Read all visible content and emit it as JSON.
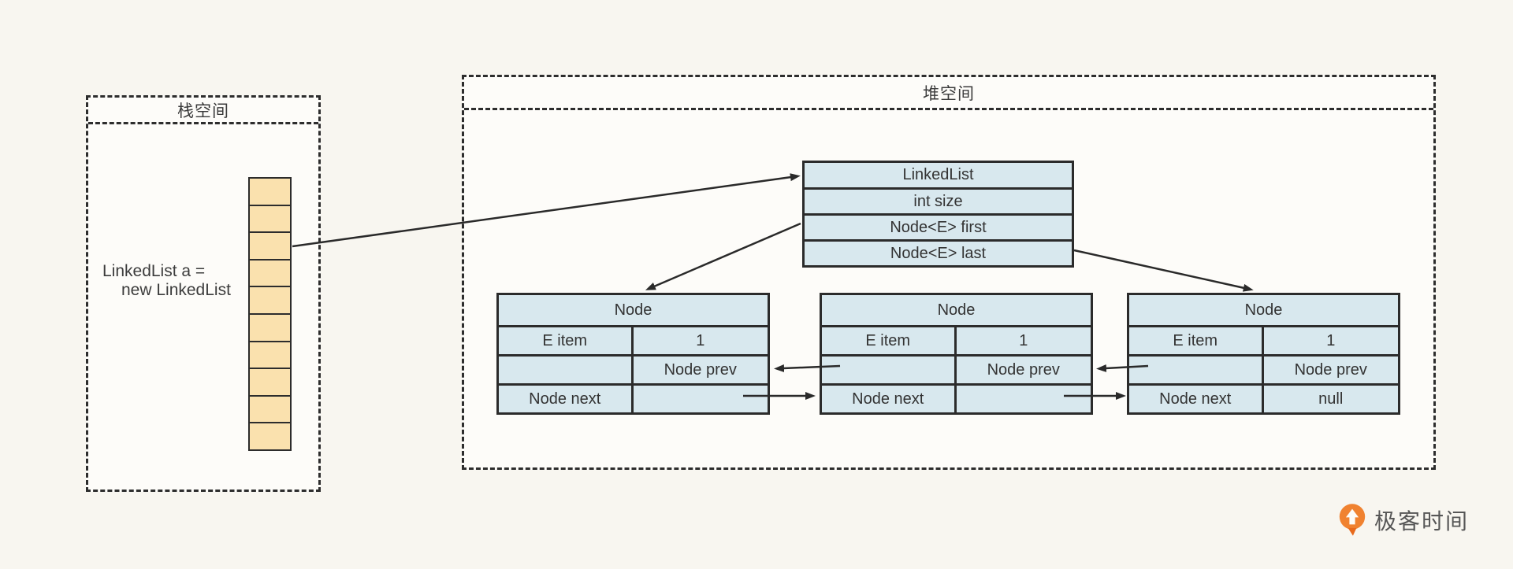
{
  "stack": {
    "title": "栈空间",
    "variable_line1": "LinkedList a =",
    "variable_line2": "new LinkedList",
    "cell_count": 10
  },
  "heap": {
    "title": "堆空间",
    "linked_list": {
      "title": "LinkedList",
      "fields": [
        "int size",
        "Node<E> first",
        "Node<E> last"
      ]
    },
    "nodes": [
      {
        "title": "Node",
        "item_label": "E item",
        "item_value": "1",
        "prev_slot": "",
        "prev_label": "Node prev",
        "next_label": "Node next",
        "next_value": ""
      },
      {
        "title": "Node",
        "item_label": "E item",
        "item_value": "1",
        "prev_slot": "",
        "prev_label": "Node prev",
        "next_label": "Node next",
        "next_value": ""
      },
      {
        "title": "Node",
        "item_label": "E item",
        "item_value": "1",
        "prev_slot": "",
        "prev_label": "Node prev",
        "next_label": "Node next",
        "next_value": "null"
      }
    ]
  },
  "branding": {
    "logo_text": "极客时间"
  },
  "colors": {
    "background": "#f8f6f0",
    "box_fill": "#fdfcf9",
    "table_fill": "#d8e8ee",
    "stack_cell_fill": "#fae1ae",
    "line": "#2b2b2b",
    "logo_orange": "#f08230",
    "logo_orange_dark": "#e86a1c"
  }
}
